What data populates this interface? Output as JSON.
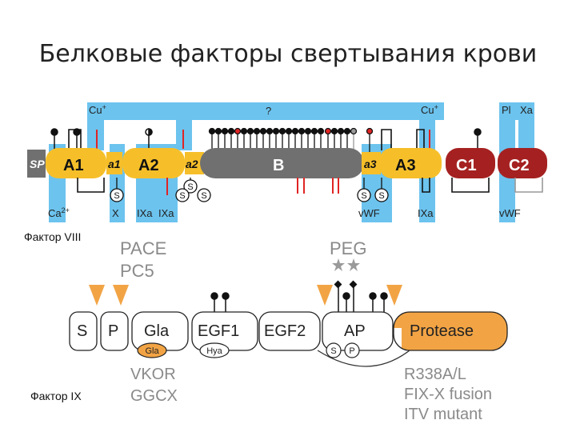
{
  "title": "Белковые факторы свертывания крови",
  "colors": {
    "sky": "#6cc3ee",
    "gold": "#f6bf2a",
    "gray": "#707070",
    "darkred": "#a52121",
    "red": "#e02424",
    "orange": "#f2a445",
    "black": "#000000"
  },
  "factor8": {
    "caption": "Фактор VIII",
    "domains": {
      "sp": "SP",
      "a1": "A1",
      "a1s": "a1",
      "a2": "A2",
      "a2s": "a2",
      "b": "B",
      "a3s": "a3",
      "a3": "A3",
      "c1": "C1",
      "c2": "C2"
    },
    "labels": {
      "cu_left": "Cu",
      "cu_right": "Cu",
      "question": "?",
      "pl": "Pl",
      "xa_top": "Xa",
      "ca": "Ca",
      "x": "X",
      "ixa1": "IXa",
      "ixa2": "IXa",
      "vwf1": "vWF",
      "ixa3": "IXa",
      "vwf2": "vWF"
    },
    "superscripts": {
      "plus": "+",
      "ca": "2+"
    },
    "sulfate": "S"
  },
  "factor9": {
    "caption": "Фактор IX",
    "domains": {
      "s": "S",
      "p": "P",
      "gla": "Gla",
      "egf1": "EGF1",
      "egf2": "EGF2",
      "ap": "AP",
      "protease": "Protease"
    },
    "badges": {
      "gla": "Gla",
      "hya": "Hya",
      "s": "S",
      "p": "P"
    },
    "labels": {
      "pace": "PACE",
      "pc5": "PC5",
      "peg": "PEG",
      "vkor": "VKOR",
      "ggcx": "GGCX",
      "r338": "R338A/L",
      "fixx": "FIX-X fusion",
      "itv": "ITV mutant"
    }
  }
}
